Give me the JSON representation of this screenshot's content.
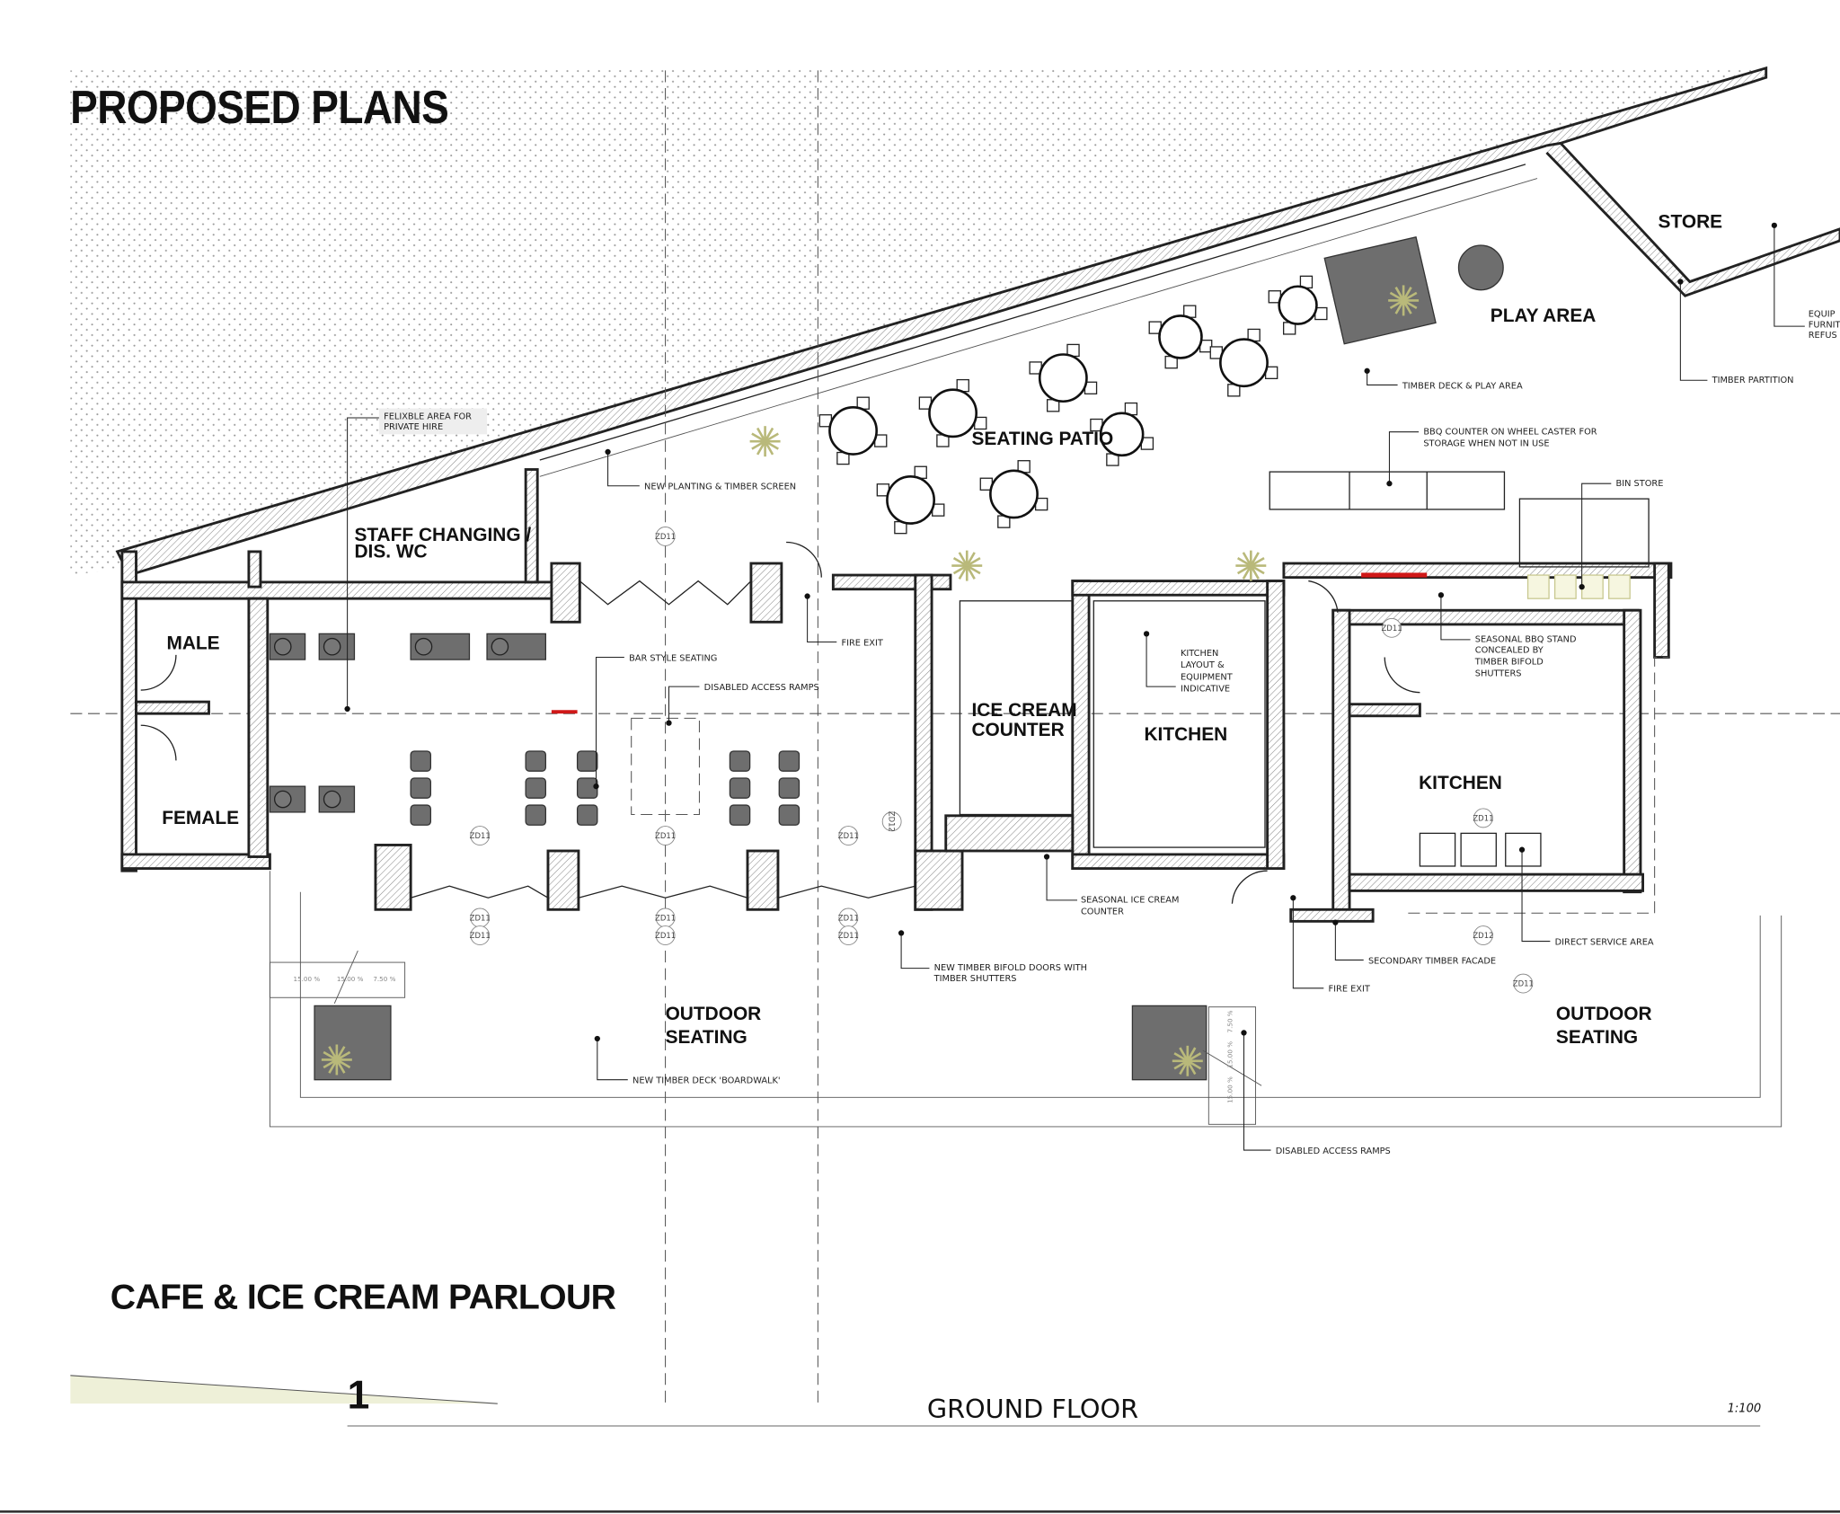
{
  "sheet": {
    "title": "PROPOSED PLANS",
    "project": "CAFE & ICE CREAM PARLOUR",
    "drawing_number": "1",
    "drawing_title": "GROUND FLOOR",
    "scale": "1:100"
  },
  "rooms": {
    "male": "MALE",
    "female": "FEMALE",
    "staff_1": "STAFF CHANGING /",
    "staff_2": "DIS. WC",
    "ice_1": "ICE CREAM",
    "ice_2": "COUNTER",
    "kitchen_a": "KITCHEN",
    "kitchen_b": "KITCHEN",
    "patio": "SEATING PATIO",
    "play": "PLAY AREA",
    "store": "STORE",
    "outdoor_a_1": "OUTDOOR",
    "outdoor_a_2": "SEATING",
    "outdoor_b_1": "OUTDOOR",
    "outdoor_b_2": "SEATING"
  },
  "notes": {
    "flexible_1": "FELIXBLE AREA FOR",
    "flexible_2": "PRIVATE HIRE",
    "planting": "NEW PLANTING & TIMBER SCREEN",
    "bar": "BAR STYLE SEATING",
    "ramps_a": "DISABLED ACCESS RAMPS",
    "fire_exit_a": "FIRE EXIT",
    "kitchen_1": "KITCHEN",
    "kitchen_2": "LAYOUT &",
    "kitchen_3": "EQUIPMENT",
    "kitchen_4": "INDICATIVE",
    "ice_counter_1": "SEASONAL ICE CREAM",
    "ice_counter_2": "COUNTER",
    "bifold_1": "NEW TIMBER BIFOLD DOORS WITH",
    "bifold_2": "TIMBER SHUTTERS",
    "boardwalk": "NEW TIMBER DECK 'BOARDWALK'",
    "ramps_b": "DISABLED ACCESS RAMPS",
    "fire_exit_b": "FIRE EXIT",
    "facade": "SECONDARY TIMBER FACADE",
    "service": "DIRECT SERVICE AREA",
    "bbq_stand_1": "SEASONAL BBQ STAND",
    "bbq_stand_2": "CONCEALED BY",
    "bbq_stand_3": "TIMBER BIFOLD",
    "bbq_stand_4": "SHUTTERS",
    "bbq_counter_1": "BBQ COUNTER ON WHEEL CASTER FOR",
    "bbq_counter_2": "STORAGE WHEN NOT IN USE",
    "bin": "BIN STORE",
    "deck_play": "TIMBER DECK & PLAY AREA",
    "partition": "TIMBER PARTITION",
    "equip_1": "EQUIP",
    "equip_2": "FURNIT",
    "equip_3": "REFUS"
  },
  "ramp_gradients": [
    "15.00 %",
    "15.00 %",
    "7.50 %",
    "7.50 %",
    "15.00 %",
    "15.00 %"
  ],
  "zone_tags": [
    "ZD11",
    "ZD11",
    "ZD11",
    "ZD11",
    "ZD11",
    "ZD11",
    "ZD11",
    "ZD11",
    "ZD12",
    "ZD11",
    "ZD11",
    "ZD12",
    "ZD11",
    "ZD11",
    "ZD11"
  ],
  "colors": {
    "ink": "#111111",
    "wall_hatch": "#777777",
    "furniture": "#6e6e6e",
    "planting": "#b9b97a",
    "bbq_red": "#d01818",
    "scale_bar": "#eef0d8"
  }
}
